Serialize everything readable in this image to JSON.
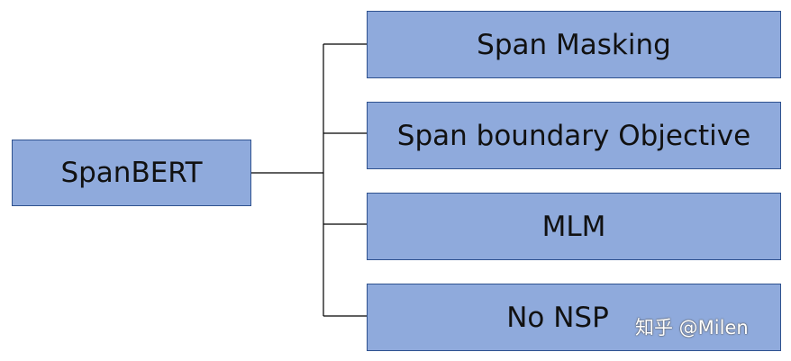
{
  "diagram": {
    "root": {
      "label": "SpanBERT"
    },
    "children": [
      {
        "label": "Span Masking"
      },
      {
        "label": "Span boundary Objective"
      },
      {
        "label": "MLM"
      },
      {
        "label": "No NSP"
      }
    ]
  },
  "watermark": {
    "text": "知乎 @Milen"
  },
  "colors": {
    "box_fill": "#8faadc",
    "box_border": "#2f528f",
    "connector": "#000000",
    "text": "#111111"
  }
}
